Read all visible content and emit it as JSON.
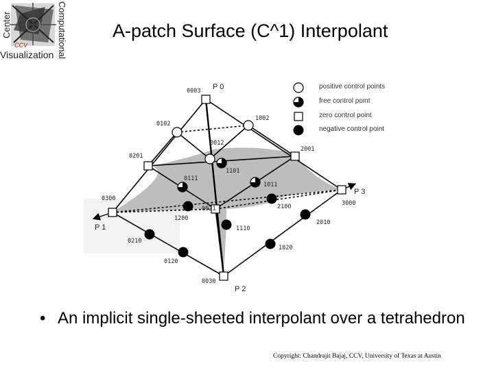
{
  "logo": {
    "left_text": "Center",
    "right_text": "Computational",
    "bottom_text": "Visualization",
    "badge_text": "CCV"
  },
  "title": "A-patch Surface  (C^1) Interpolant",
  "diagram": {
    "vertex_labels": {
      "p0": "P 0",
      "p1": "P 1",
      "p2": "P 2",
      "p3": "P 3"
    },
    "points": [
      {
        "label": "0003",
        "kind": "zero"
      },
      {
        "label": "0102",
        "kind": "positive"
      },
      {
        "label": "1002",
        "kind": "positive"
      },
      {
        "label": "0012",
        "kind": "positive"
      },
      {
        "label": "0201",
        "kind": "zero"
      },
      {
        "label": "2001",
        "kind": "zero"
      },
      {
        "label": "1101",
        "kind": "free"
      },
      {
        "label": "0111",
        "kind": "free"
      },
      {
        "label": "1011",
        "kind": "free"
      },
      {
        "label": "0300",
        "kind": "zero"
      },
      {
        "label": "3000",
        "kind": "zero"
      },
      {
        "label": "0021",
        "kind": "zero"
      },
      {
        "label": "2100",
        "kind": "negative"
      },
      {
        "label": "1200",
        "kind": "negative"
      },
      {
        "label": "1110",
        "kind": "negative"
      },
      {
        "label": "2010",
        "kind": "negative"
      },
      {
        "label": "0210",
        "kind": "negative"
      },
      {
        "label": "0120",
        "kind": "negative"
      },
      {
        "label": "1020",
        "kind": "negative"
      },
      {
        "label": "0030",
        "kind": "zero"
      }
    ],
    "legend": [
      {
        "label": "positive control points",
        "kind": "positive"
      },
      {
        "label": "free control point",
        "kind": "free"
      },
      {
        "label": "zero control point",
        "kind": "zero"
      },
      {
        "label": "negative control point",
        "kind": "negative"
      }
    ]
  },
  "bullet": "An implicit single-sheeted interpolant over a tetrahedron",
  "bullet_mark": "•",
  "copyright": "Copyright: Chandrajit Bajaj, CCV, University of Texas at Austin"
}
